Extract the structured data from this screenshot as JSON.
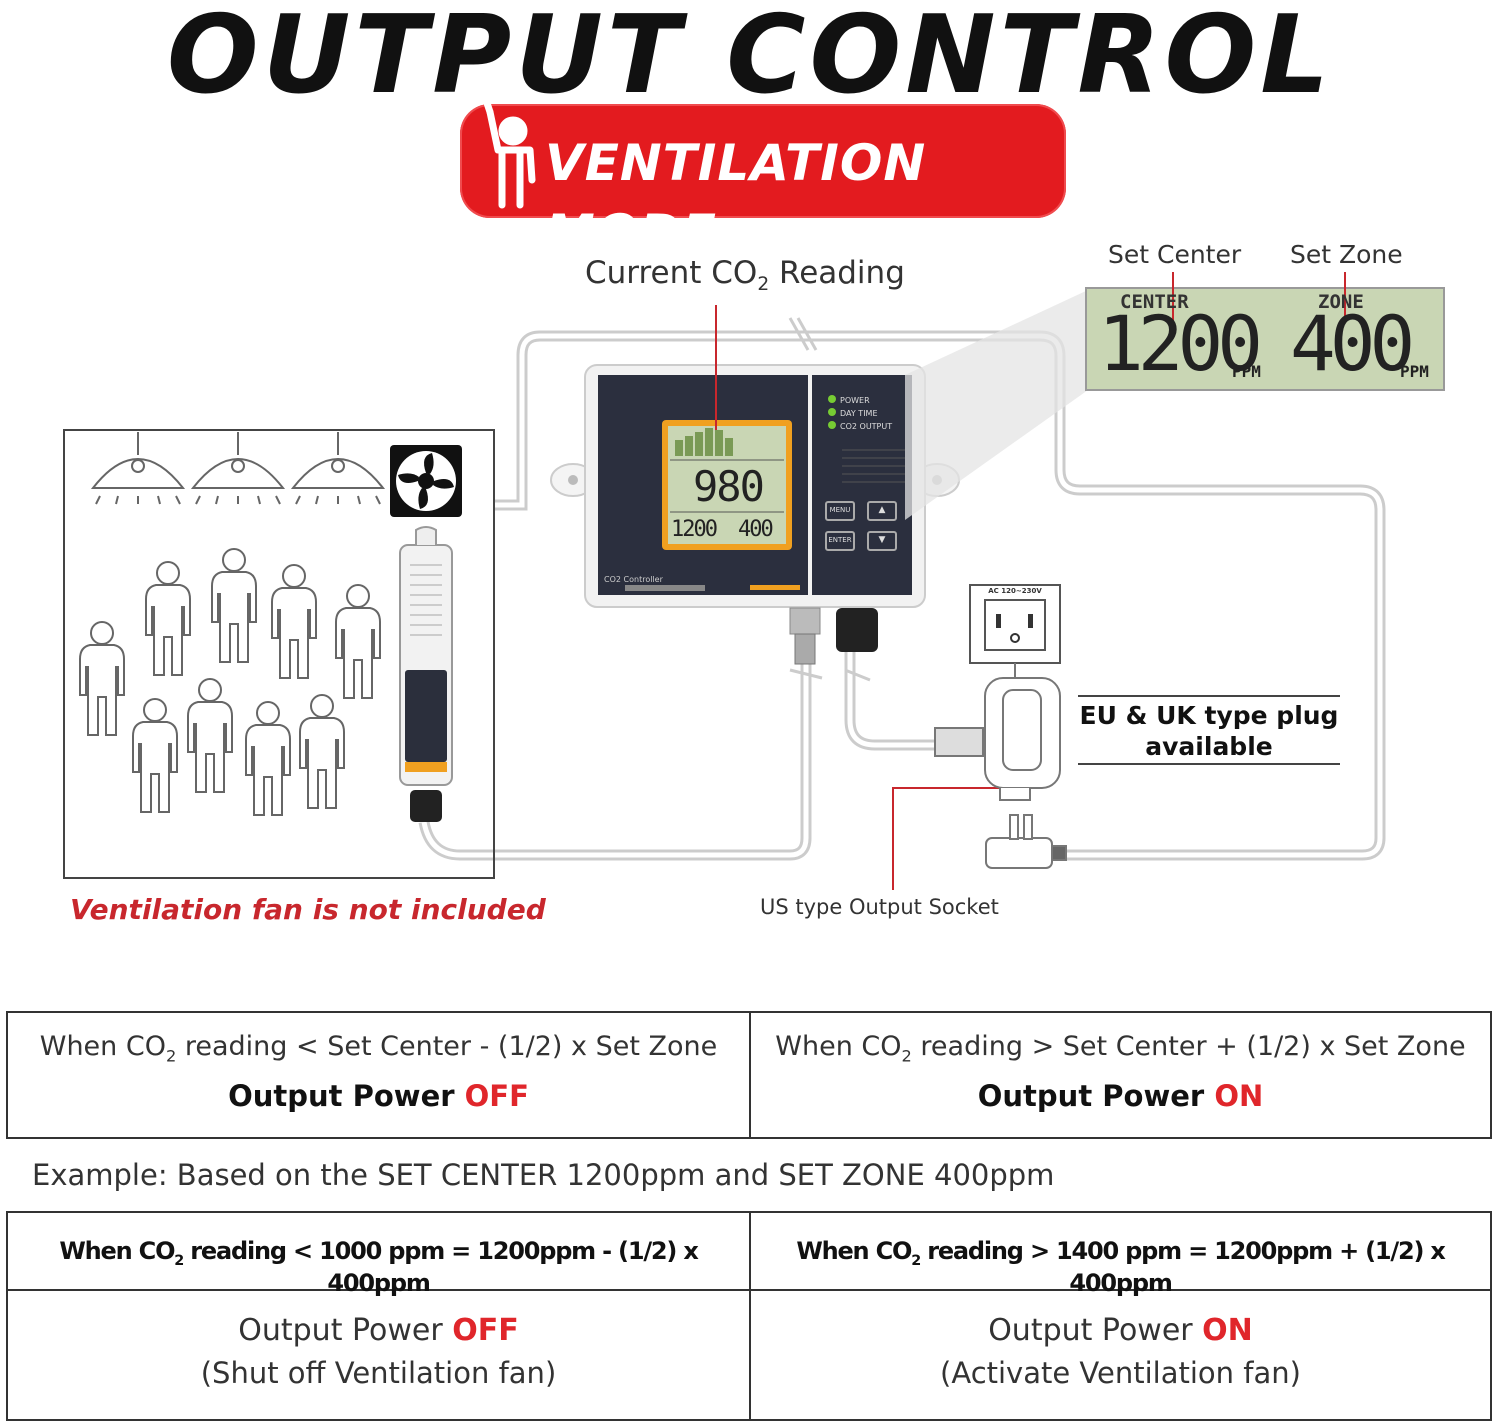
{
  "title": "OUTPUT CONTROL",
  "mode": {
    "label": "VENTILATION MODE",
    "color": "#e31b1f"
  },
  "diagram": {
    "co2_reading_label_pre": "Current CO",
    "co2_reading_label_sub": "2",
    "co2_reading_label_post": " Reading",
    "set_center_label": "Set Center",
    "set_zone_label": "Set Zone",
    "zoom_display": {
      "center_label": "CENTER",
      "zone_label": "ZONE",
      "center_value": "1200",
      "zone_value": "400",
      "unit": "PPM"
    },
    "device": {
      "reading": "980",
      "center_value": "1200",
      "zone_value": "400",
      "indicators": [
        "POWER",
        "DAY TIME",
        "CO2 OUTPUT"
      ],
      "buttons": [
        "MENU",
        "▲",
        "ENTER",
        "▼"
      ],
      "model": "CO2 Controller"
    },
    "outlet_label": "AC 120~230V",
    "plug_note_line1": "EU & UK type plug",
    "plug_note_line2": "available",
    "socket_label": "US type Output Socket",
    "fan_note": "Ventilation fan is not included"
  },
  "rules": [
    {
      "cond_pre": "When CO",
      "cond_sub": "2",
      "cond_post": " reading < Set Center - (1/2) x Set Zone",
      "result_pre": "Output Power ",
      "result_state": "OFF"
    },
    {
      "cond_pre": "When CO",
      "cond_sub": "2",
      "cond_post": " reading > Set Center + (1/2) x Set Zone",
      "result_pre": "Output Power ",
      "result_state": "ON"
    }
  ],
  "example_label": "Example: Based on the SET CENTER 1200ppm and SET ZONE 400ppm",
  "examples": [
    {
      "formula_pre": "When CO",
      "formula_sub": "2",
      "formula_post": " reading < 1000 ppm = 1200ppm - (1/2) x 400ppm",
      "output_pre": "Output Power ",
      "output_state": "OFF",
      "output_note": "(Shut off Ventilation fan)"
    },
    {
      "formula_pre": "When CO",
      "formula_sub": "2",
      "formula_post": " reading > 1400 ppm = 1200ppm + (1/2) x 400ppm",
      "output_pre": "Output Power ",
      "output_state": "ON",
      "output_note": "(Activate Ventilation fan)"
    }
  ],
  "colors": {
    "accent": "#e0262b",
    "lcd": "#c9d6b4"
  }
}
